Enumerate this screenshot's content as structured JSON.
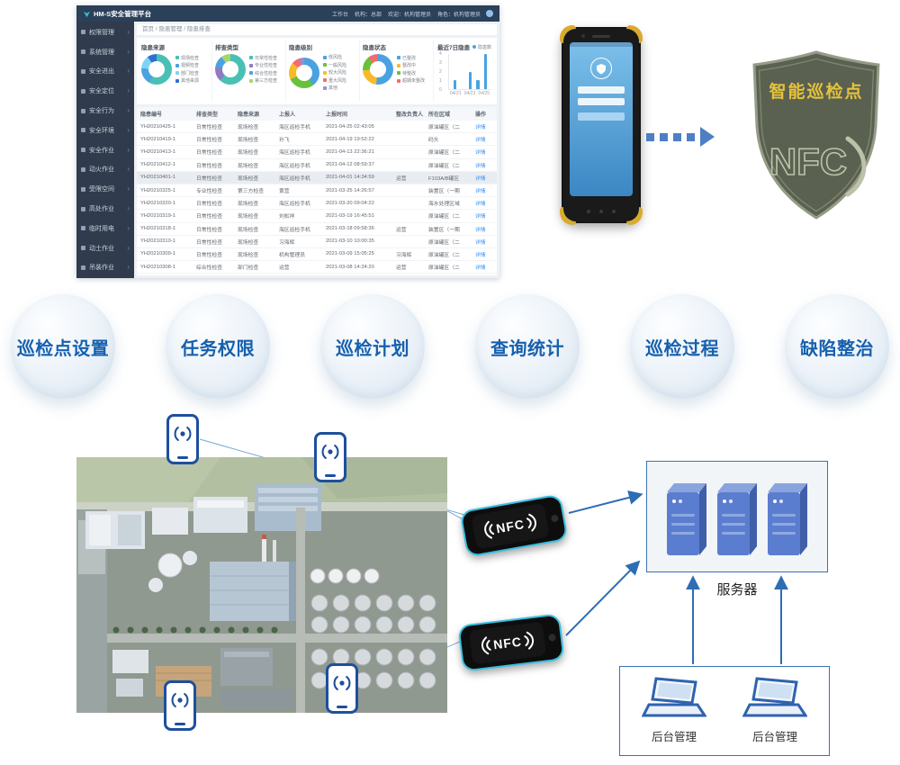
{
  "colors": {
    "accent": "#2e6db4",
    "feature_text": "#1660ae",
    "badge_gold": "#e6c23c"
  },
  "dashboard": {
    "navbar": {
      "logo": "HM-S安全管理平台",
      "right_items": [
        "工作台",
        "机构：总部",
        "欢迎：机构管理员",
        "角色：机构管理员"
      ]
    },
    "sidebar": {
      "items": [
        "权限管理",
        "系统管理",
        "安全进出",
        "安全定位",
        "安全行为",
        "安全环境",
        "安全作业",
        "动火作业",
        "受限空间",
        "高处作业",
        "临时用电",
        "动土作业",
        "吊装作业"
      ]
    },
    "breadcrumb": "首页 / 隐患管理 / 隐患排查",
    "donuts": [
      {
        "title": "隐患来源",
        "segments": [
          {
            "label": "现场检查",
            "value": 58,
            "color": "#49c0b6"
          },
          {
            "label": "视频检查",
            "value": 18,
            "color": "#4aa3e0"
          },
          {
            "label": "部门检查",
            "value": 14,
            "color": "#7ed3f7"
          },
          {
            "label": "其他来源",
            "value": 10,
            "color": "#2e6fd0"
          }
        ]
      },
      {
        "title": "排查类型",
        "segments": [
          {
            "label": "日常性检查",
            "value": 62,
            "color": "#49c0b6"
          },
          {
            "label": "专业性检查",
            "value": 16,
            "color": "#8e7cc3"
          },
          {
            "label": "综合性检查",
            "value": 12,
            "color": "#4aa3e0"
          },
          {
            "label": "第三方检查",
            "value": 10,
            "color": "#a5d66f"
          }
        ]
      },
      {
        "title": "隐患级别",
        "segments": [
          {
            "label": "低风险",
            "value": 40,
            "color": "#4aa3e0"
          },
          {
            "label": "一般风险",
            "value": 28,
            "color": "#67c23a"
          },
          {
            "label": "较大风险",
            "value": 18,
            "color": "#f7ba2a"
          },
          {
            "label": "重大风险",
            "value": 8,
            "color": "#f56c6c"
          },
          {
            "label": "其他",
            "value": 6,
            "color": "#9b8cc7"
          }
        ]
      },
      {
        "title": "隐患状态",
        "segments": [
          {
            "label": "已整改",
            "value": 52,
            "color": "#4aa3e0"
          },
          {
            "label": "整改中",
            "value": 22,
            "color": "#f7ba2a"
          },
          {
            "label": "待整改",
            "value": 15,
            "color": "#67c23a"
          },
          {
            "label": "超期未整改",
            "value": 11,
            "color": "#f56c6c"
          }
        ]
      }
    ],
    "trend": {
      "title": "最近7日隐患",
      "legend": "隐患数",
      "x": [
        "04/21",
        "04/23",
        "04/25"
      ],
      "values": [
        1,
        0,
        2,
        1,
        4
      ],
      "ymax": 4,
      "yticks": [
        "4",
        "3",
        "2",
        "1",
        "0"
      ]
    },
    "table": {
      "columns": [
        "隐患编号",
        "排查类型",
        "隐患来源",
        "上报人",
        "上报时间",
        "整改负责人",
        "所在区域",
        "操作"
      ],
      "rows": [
        [
          "YH20210425-1",
          "日常性检查",
          "现场检查",
          "海区巡检手机",
          "2021-04-25 02:43:05",
          "",
          "原油罐区（二",
          "详情"
        ],
        [
          "YH20210419-1",
          "日常性检查",
          "现场检查",
          "孙飞",
          "2021-04-19 19:52:22",
          "",
          "码头",
          "详情"
        ],
        [
          "YH20210413-1",
          "日常性检查",
          "现场检查",
          "海区巡检手机",
          "2021-04-13 22:36:21",
          "",
          "原油罐区（二",
          "详情"
        ],
        [
          "YH20210412-1",
          "日常性检查",
          "现场检查",
          "海区巡检手机",
          "2021-04-12 08:59:37",
          "",
          "原油罐区（二",
          "详情"
        ],
        [
          "YH20210401-1",
          "日常性检查",
          "现场检查",
          "海区巡检手机",
          "2021-04-01 14:34:59",
          "运营",
          "F103A/B罐区",
          "详情"
        ],
        [
          "YH20210325-1",
          "专业性检查",
          "第三方检查",
          "黄营",
          "2021-03-25 14:26:57",
          "",
          "装置区（一期",
          "详情"
        ],
        [
          "YH20210320-1",
          "日常性检查",
          "现场检查",
          "海区巡检手机",
          "2021-03-20 09:04:22",
          "",
          "海水处理区域",
          "详情"
        ],
        [
          "YH20210319-1",
          "日常性检查",
          "现场检查",
          "刘松祥",
          "2021-03-19 16:45:51",
          "",
          "原油罐区（二",
          "详情"
        ],
        [
          "YH20210318-1",
          "日常性检查",
          "现场检查",
          "海区巡检手机",
          "2021-03-18 09:58:36",
          "运营",
          "装置区（一期",
          "详情"
        ],
        [
          "YH20210310-1",
          "日常性检查",
          "现场检查",
          "习海辉",
          "2021-03-10 10:00:35",
          "",
          "原油罐区（二",
          "详情"
        ],
        [
          "YH20210309-1",
          "日常性检查",
          "现场检查",
          "机构管理员",
          "2021-03-09 15:05:25",
          "习海辉",
          "原油罐区（二",
          "详情"
        ],
        [
          "YH20210308-1",
          "综合性检查",
          "部门检查",
          "运营",
          "2021-03-08 14:24:20",
          "运营",
          "原油罐区（二",
          "详情"
        ]
      ]
    }
  },
  "badge": {
    "title": "智能巡检点",
    "logo": "NFC"
  },
  "features": [
    "巡检点设置",
    "任务权限",
    "巡检计划",
    "查询统计",
    "巡检过程",
    "缺陷整治"
  ],
  "architecture": {
    "nfc_label": "NFC",
    "server_label": "服务器",
    "backend_labels": [
      "后台管理",
      "后台管理"
    ]
  }
}
